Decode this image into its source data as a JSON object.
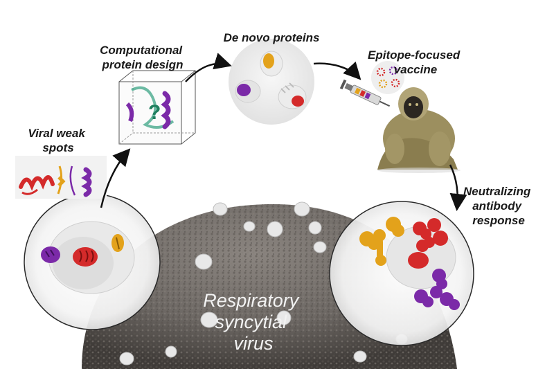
{
  "steps": {
    "viral_weak_spots": [
      "Viral weak",
      "spots"
    ],
    "computational_design": [
      "Computational",
      "protein design"
    ],
    "de_novo": [
      "De novo proteins"
    ],
    "vaccine": [
      "Epitope-focused",
      "vaccine"
    ],
    "response": [
      "Neutralizing",
      "antibody",
      "response"
    ]
  },
  "virus_label": [
    "Respiratory",
    "syncytial",
    "virus"
  ],
  "design_box_glyph": "?",
  "colors": {
    "epitope_red": "#d42a2a",
    "epitope_orange": "#e3a21b",
    "epitope_purple": "#7b2aa8",
    "design_teal": "#2f9e7d",
    "virus_surface": "#6f6a66",
    "arrow": "#111111"
  },
  "icons": {
    "weak_spots": "protein-fragments-icon",
    "design": "wireframe-cube-icon",
    "proteins": "protein-blobs-icon",
    "vaccine": "syringe-icon",
    "animal": "monkey-icon",
    "antibodies": "antibody-icon"
  }
}
